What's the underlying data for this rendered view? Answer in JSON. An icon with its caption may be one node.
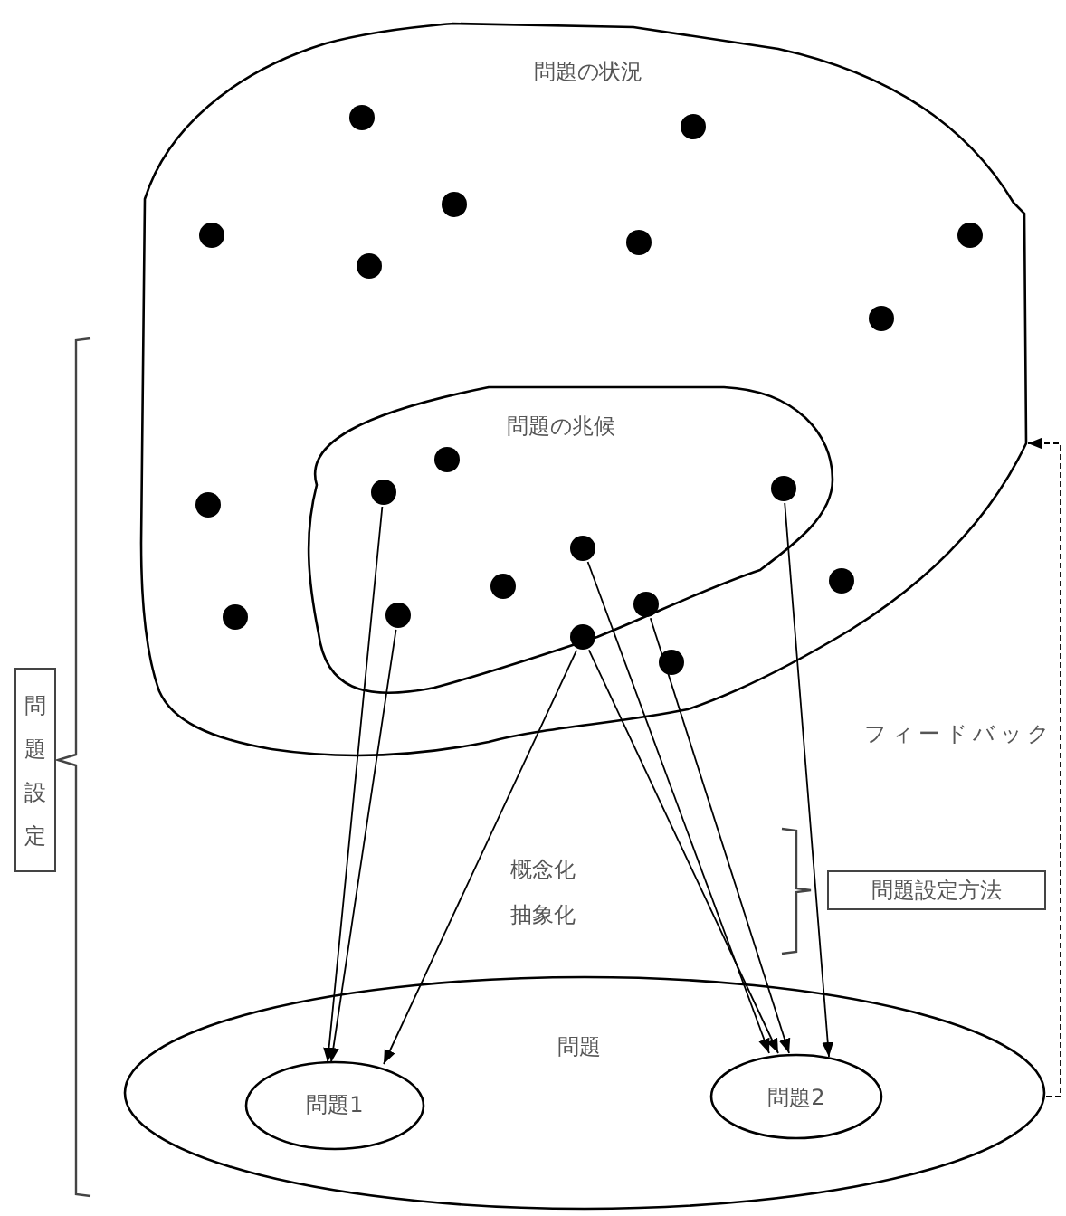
{
  "diagram": {
    "nodes": [
      {
        "text": [
          "問題の状況"
        ]
      },
      {
        "text": [
          "問題の兆候"
        ],
        "in": 0
      },
      {
        "text": [],
        "shape": "circle",
        "in": 0
      },
      {
        "text": [],
        "shape": "circle",
        "in": 0
      },
      {
        "text": [],
        "shape": "circle",
        "in": 0
      },
      {
        "text": [],
        "shape": "circle",
        "in": 0
      },
      {
        "text": [],
        "shape": "circle",
        "in": 0
      },
      {
        "text": [],
        "shape": "circle",
        "in": 0
      },
      {
        "text": [],
        "shape": "circle",
        "in": 0
      },
      {
        "text": [],
        "shape": "circle",
        "in": 0
      },
      {
        "text": [],
        "shape": "circle",
        "in": 0
      },
      {
        "text": [],
        "shape": "circle",
        "in": 0
      },
      {
        "text": [],
        "shape": "circle",
        "in": 0
      },
      {
        "text": [],
        "shape": "circle",
        "in": 0
      },
      {
        "text": [],
        "shape": "circle",
        "in": 1
      },
      {
        "text": [],
        "shape": "circle",
        "in": 1
      },
      {
        "text": [],
        "shape": "circle",
        "in": 1
      },
      {
        "text": [],
        "shape": "circle",
        "in": 1
      },
      {
        "text": [],
        "shape": "circle",
        "in": 1
      },
      {
        "text": [],
        "shape": "circle",
        "in": 1
      },
      {
        "text": [],
        "shape": "circle",
        "in": 1
      },
      {
        "text": [],
        "shape": "circle",
        "in": 1
      },
      {
        "text": [
          "問題"
        ]
      },
      {
        "text": [
          "問題1"
        ],
        "in": 22
      },
      {
        "text": [
          "問題2"
        ],
        "in": 22
      },
      {
        "text": [
          "問題設定"
        ]
      },
      {
        "text": [
          "問題設定方法"
        ]
      }
    ],
    "edges": [
      {
        "from": 16,
        "to": 23,
        "arrow": "to"
      },
      {
        "from": 20,
        "to": 23,
        "arrow": "to"
      },
      {
        "from": 21,
        "to": 23,
        "arrow": "to"
      },
      {
        "from": 17,
        "to": 24,
        "arrow": "to"
      },
      {
        "from": 21,
        "to": 24,
        "arrow": "to"
      },
      {
        "from": 19,
        "to": 24,
        "arrow": "to"
      },
      {
        "from": 15,
        "to": 24,
        "arrow": "to"
      },
      {
        "from": 22,
        "to": 0,
        "arrow": "to",
        "style": "dashed",
        "label": "フィードバック"
      }
    ],
    "labels": [
      "概念化",
      "抽象化"
    ]
  }
}
